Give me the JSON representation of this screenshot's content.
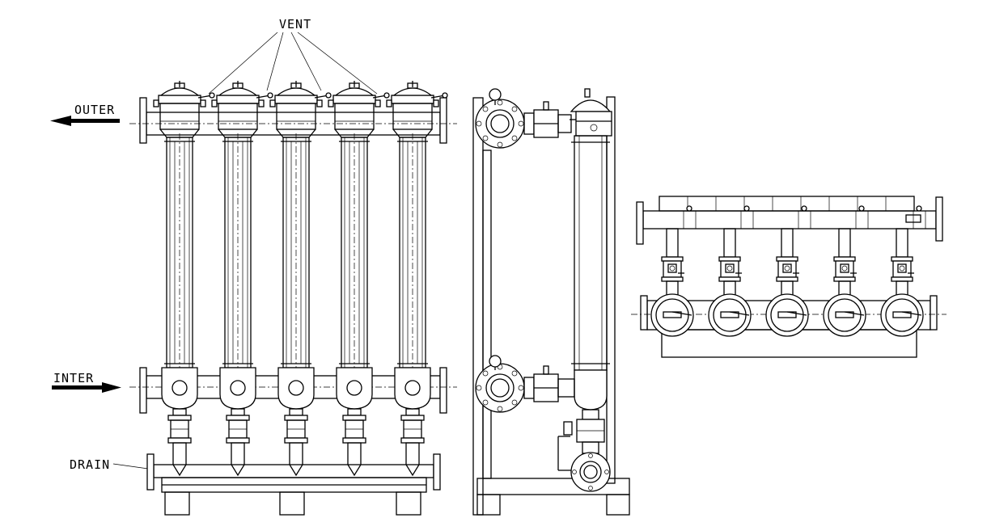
{
  "labels": {
    "vent": "VENT",
    "outlet": "OUTER",
    "inlet": "INTER",
    "drain": "DRAIN"
  },
  "front_view": {
    "housing_count": 5
  },
  "top_view": {
    "branch_count": 5
  },
  "colors": {
    "line": "#000000",
    "background": "#ffffff"
  }
}
